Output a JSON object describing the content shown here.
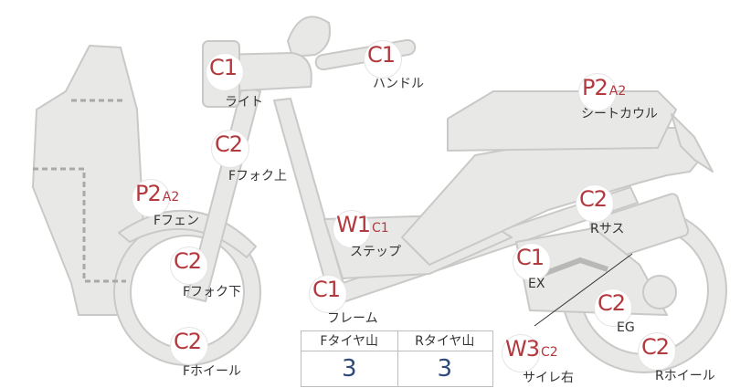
{
  "colors": {
    "part_fill": "#e8e8e6",
    "part_stroke": "#c9c9c7",
    "code_red": "#b2393e",
    "value_blue": "#2f4a7a"
  },
  "parts": {
    "light": {
      "code": "C1",
      "sub": "",
      "label": "ライト"
    },
    "handle": {
      "code": "C1",
      "sub": "",
      "label": "ハンドル"
    },
    "fork_upper": {
      "code": "C2",
      "sub": "",
      "label": "Fフォク上"
    },
    "fender": {
      "code": "P2",
      "sub": "A2",
      "label": "Fフェン"
    },
    "fork_lower": {
      "code": "C2",
      "sub": "",
      "label": "Fフォク下"
    },
    "f_wheel": {
      "code": "C2",
      "sub": "",
      "label": "Fホイール"
    },
    "step": {
      "code": "W1",
      "sub": "C1",
      "label": "ステップ"
    },
    "frame": {
      "code": "C1",
      "sub": "",
      "label": "フレーム"
    },
    "seat_cowl": {
      "code": "P2",
      "sub": "A2",
      "label": "シートカウル"
    },
    "r_sus": {
      "code": "C2",
      "sub": "",
      "label": "Rサス"
    },
    "ex": {
      "code": "C1",
      "sub": "",
      "label": "EX"
    },
    "eg": {
      "code": "C2",
      "sub": "",
      "label": "EG"
    },
    "silencer": {
      "code": "W3",
      "sub": "C2",
      "label": "サイレ右"
    },
    "r_wheel": {
      "code": "C2",
      "sub": "",
      "label": "Rホイール"
    }
  },
  "tread": {
    "front_label": "Fタイヤ山",
    "rear_label": "Rタイヤ山",
    "front_value": "3",
    "rear_value": "3"
  }
}
